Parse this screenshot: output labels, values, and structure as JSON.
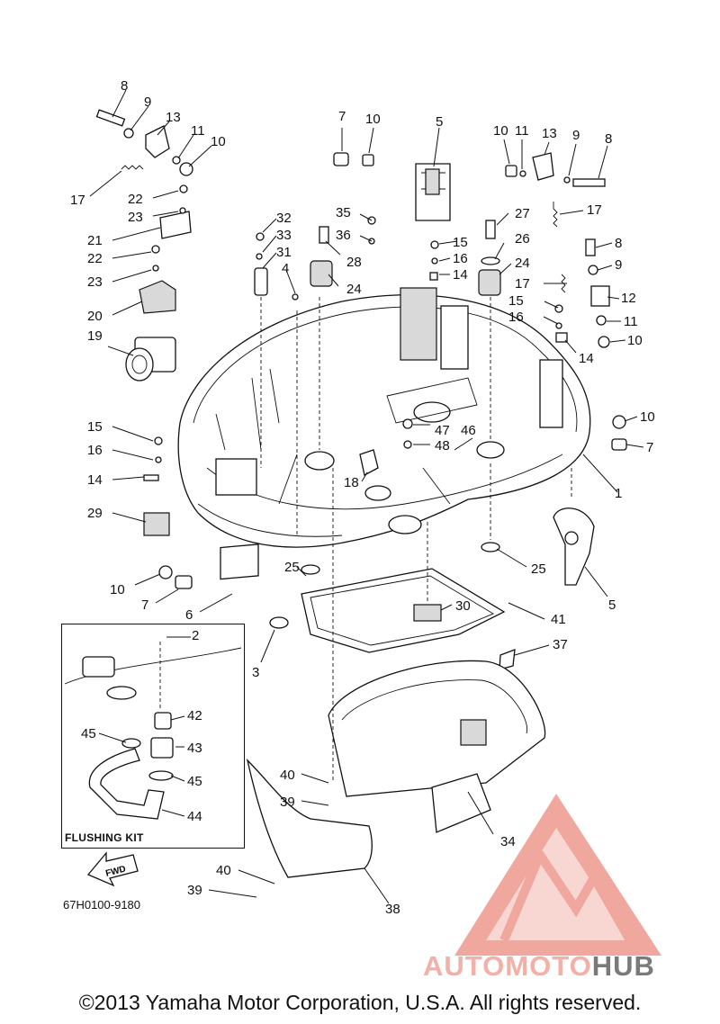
{
  "diagram": {
    "reference_code": "67H0100-9180",
    "copyright": "©2013 Yamaha Motor Corporation, U.S.A. All rights reserved.",
    "inset_title": "FLUSHING KIT",
    "fwd_arrow_label": "FWD",
    "watermark": {
      "part1": "AUTOMOTO",
      "part2": "HUB"
    },
    "callouts": [
      "1",
      "2",
      "3",
      "4",
      "5",
      "6",
      "7",
      "8",
      "9",
      "10",
      "11",
      "12",
      "13",
      "14",
      "15",
      "16",
      "17",
      "18",
      "19",
      "20",
      "21",
      "22",
      "23",
      "24",
      "25",
      "26",
      "27",
      "28",
      "29",
      "30",
      "31",
      "32",
      "33",
      "34",
      "35",
      "36",
      "37",
      "38",
      "39",
      "40",
      "41",
      "42",
      "43",
      "44",
      "45",
      "46",
      "47",
      "48"
    ]
  },
  "colors": {
    "line": "#111111",
    "watermark_red": "#e86a5a",
    "watermark_grey": "#7a7a7a"
  }
}
